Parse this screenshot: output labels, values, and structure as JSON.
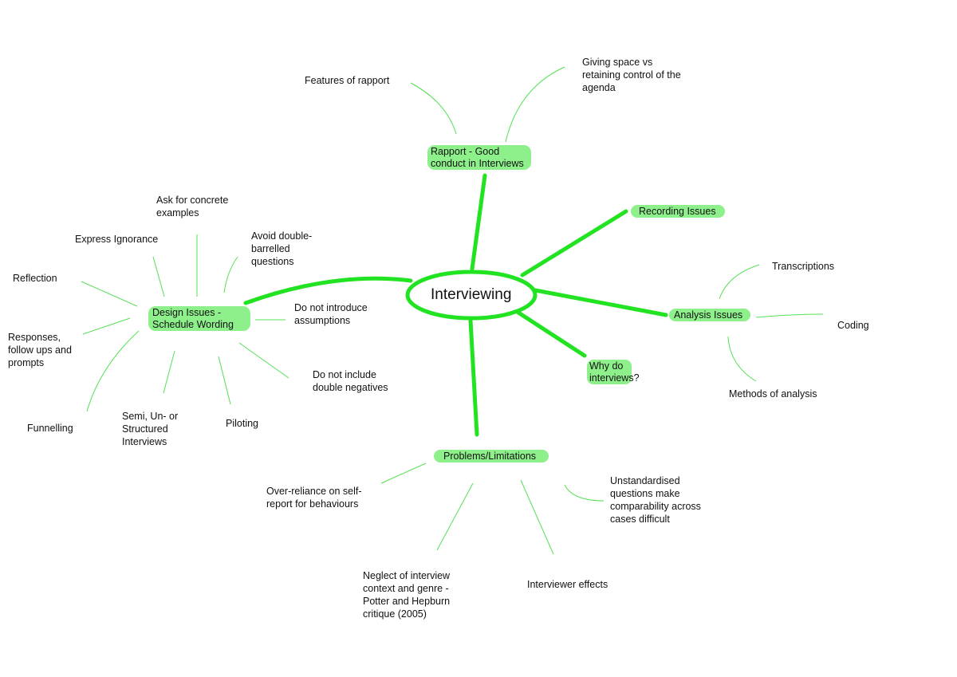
{
  "central_topic": "Interviewing",
  "colors": {
    "main_branch": "#22e322",
    "sub_branch": "#55e055",
    "topic_fill": "#8ef08a",
    "center_outline": "#22e322"
  },
  "branches": [
    {
      "label": "Rapport - Good\nconduct in Interviews",
      "children": [
        "Features of rapport",
        "Giving space vs\nretaining control of the\nagenda"
      ]
    },
    {
      "label": "Recording Issues",
      "children": []
    },
    {
      "label": "Analysis Issues",
      "children": [
        "Transcriptions",
        "Coding",
        "Methods of analysis"
      ]
    },
    {
      "label": "Why do\ninterviews?",
      "children": []
    },
    {
      "label": "Problems/Limitations",
      "children": [
        "Over-reliance on self-\nreport for behaviours",
        "Neglect of interview\ncontext and genre -\nPotter and Hepburn\ncritique (2005)",
        "Interviewer effects",
        "Unstandardised\nquestions make\ncomparability across\ncases difficult"
      ]
    },
    {
      "label": "Design Issues -\nSchedule Wording",
      "children": [
        "Ask for concrete\nexamples",
        "Express Ignorance",
        "Avoid double-\nbarrelled\nquestions",
        "Reflection",
        "Do not introduce\nassumptions",
        "Responses,\nfollow ups and\nprompts",
        "Do not include\ndouble negatives",
        "Funnelling",
        "Semi, Un- or\nStructured\nInterviews",
        "Piloting"
      ]
    }
  ]
}
